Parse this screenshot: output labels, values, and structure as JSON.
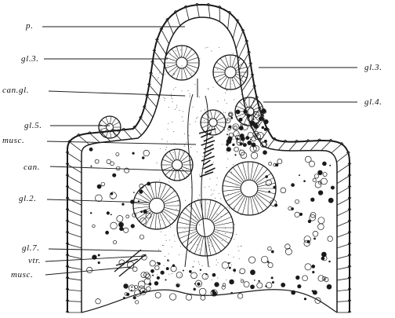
{
  "figure": {
    "labels_left": [
      {
        "id": "p",
        "text": "p."
      },
      {
        "id": "gl3_left",
        "text": "gl.3."
      },
      {
        "id": "cangl",
        "text": "can.gl."
      },
      {
        "id": "gl5",
        "text": "gl.5."
      },
      {
        "id": "musc_top",
        "text": "musc."
      },
      {
        "id": "can",
        "text": "can."
      },
      {
        "id": "gl2",
        "text": "gl.2."
      },
      {
        "id": "gl7",
        "text": "gl.7."
      },
      {
        "id": "vtr",
        "text": "vtr."
      },
      {
        "id": "musc_bottom",
        "text": "musc."
      }
    ],
    "labels_right": [
      {
        "id": "gl3_right",
        "text": "gl.3."
      },
      {
        "id": "gl4",
        "text": "gl.4."
      }
    ]
  },
  "colors": {
    "ink": "#1a1a1a",
    "paper": "#ffffff"
  }
}
